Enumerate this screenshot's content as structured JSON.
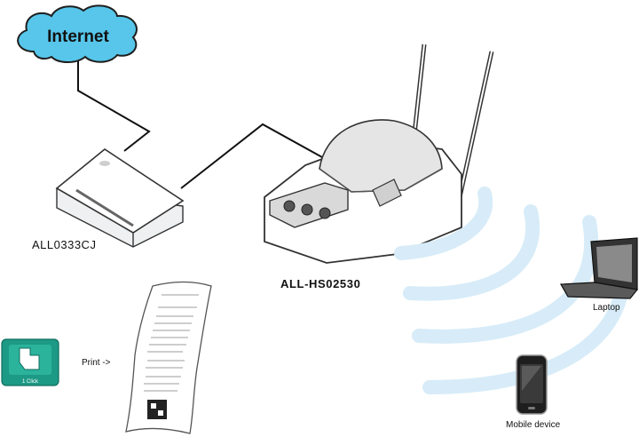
{
  "cloud": {
    "label": "Internet"
  },
  "router": {
    "label": "ALL0333CJ"
  },
  "printer": {
    "label": "ALL-HS02530"
  },
  "laptop": {
    "label": "Laptop"
  },
  "mobile": {
    "label": "Mobile device"
  },
  "one_click": {
    "label": "1 Click"
  },
  "print_arrow": {
    "label": "Print ->"
  },
  "colors": {
    "cloud_fill": "#57c6ea",
    "wifi_waves": "#d7ecf8",
    "one_click_tile": "#1d9a86",
    "outline": "#222222"
  }
}
